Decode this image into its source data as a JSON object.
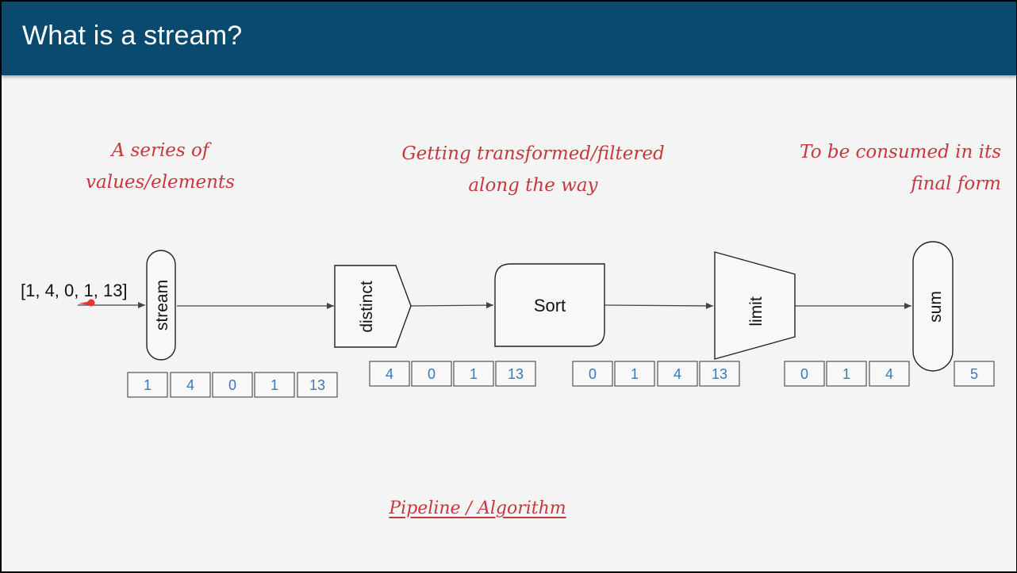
{
  "header": {
    "title": "What is a stream?"
  },
  "annotations": {
    "left": [
      "A series of",
      "values/elements"
    ],
    "middle": [
      "Getting transformed/filtered",
      "along the way"
    ],
    "right": [
      "To be consumed in its",
      "final form"
    ],
    "footer": "Pipeline / Algorithm"
  },
  "pipeline": {
    "input": "[1, 4, 0, 1, 13]",
    "stages": {
      "stream": "stream",
      "distinct": "distinct",
      "sort": "Sort",
      "limit": "limit",
      "sum": "sum"
    },
    "values": {
      "after_stream": [
        "1",
        "4",
        "0",
        "1",
        "13"
      ],
      "after_distinct": [
        "4",
        "0",
        "1",
        "13"
      ],
      "after_sort": [
        "0",
        "1",
        "4",
        "13"
      ],
      "after_limit": [
        "0",
        "1",
        "4"
      ],
      "result": [
        "5"
      ]
    }
  },
  "colors": {
    "header": "#0a4a6e",
    "handwriting": "#c8373b",
    "cell_text": "#3a78b8",
    "pointer": "#e8333a"
  }
}
